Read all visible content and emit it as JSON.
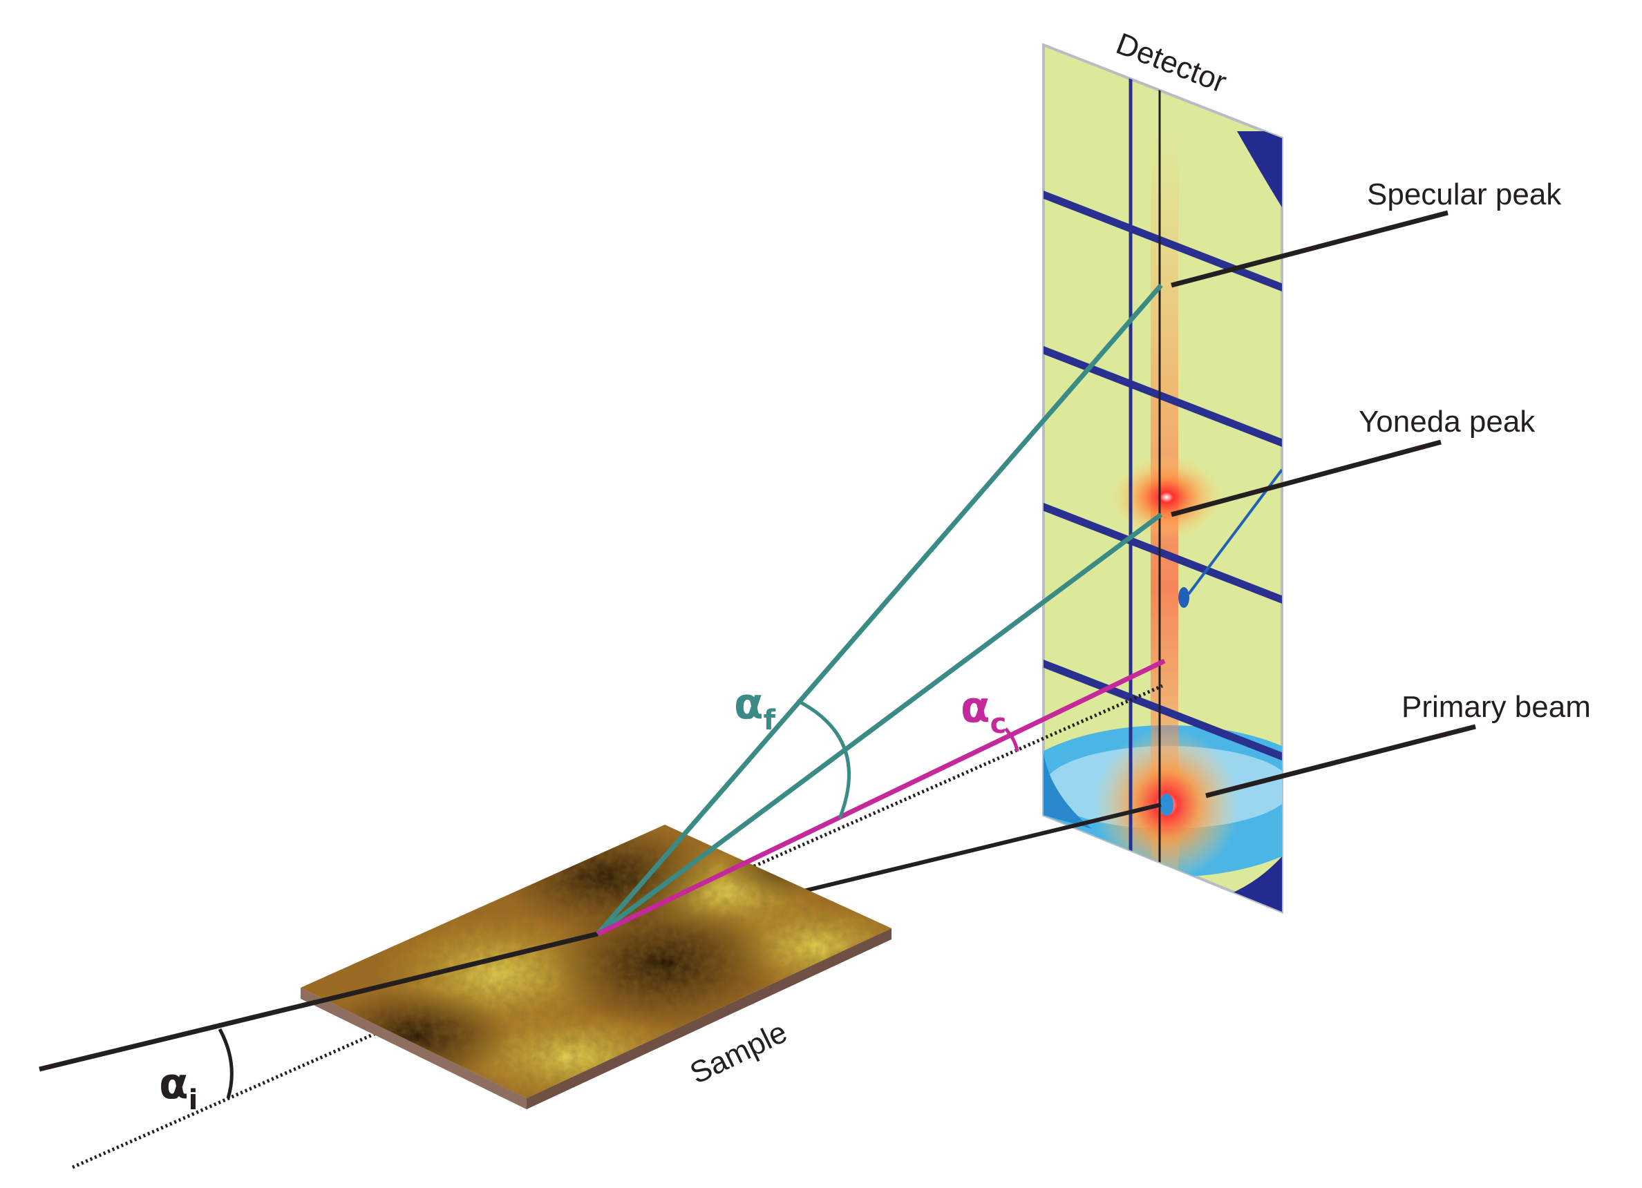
{
  "labels": {
    "detector": "Detector",
    "specular_peak": "Specular peak",
    "yoneda_peak": "Yoneda peak",
    "primary_beam": "Primary beam",
    "sample": "Sample",
    "alpha_f": {
      "symbol": "α",
      "subscript": "f"
    },
    "alpha_c": {
      "symbol": "α",
      "subscript": "c"
    },
    "alpha_i": {
      "symbol": "α",
      "subscript": "i"
    }
  },
  "colors": {
    "beam": "#231f20",
    "exit_beam": "#3a8a86",
    "critical_beam": "#c4289a",
    "detector_bg": "#dde99a",
    "detector_grid": "#2a3090",
    "sample_dark": "#2b1608",
    "sample_light": "#e8d64a",
    "sample_edge": "#8a6a5a"
  }
}
